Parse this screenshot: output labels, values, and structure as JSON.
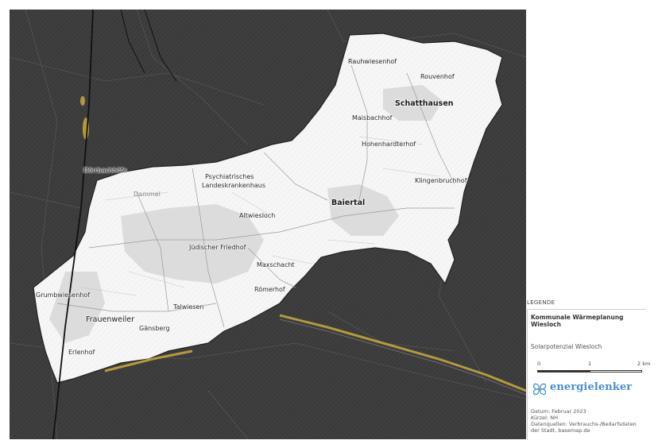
{
  "map": {
    "places": [
      {
        "id": "rauhwiesenhof",
        "label": "Rauhwiesenhof"
      },
      {
        "id": "rouvenhof",
        "label": "Rouvenhof"
      },
      {
        "id": "schatthausen",
        "label": "Schatthausen"
      },
      {
        "id": "maisbachhof",
        "label": "Maisbachhof"
      },
      {
        "id": "hohenhardterhof",
        "label": "Hohenhardterhof"
      },
      {
        "id": "klingenbruchhof",
        "label": "Klingenbruchhof"
      },
      {
        "id": "baiertal",
        "label": "Baiertal"
      },
      {
        "id": "doerrbachhoefe",
        "label": "Dörrbachhöfe"
      },
      {
        "id": "psychiatrisches",
        "label": "Psychiatrisches"
      },
      {
        "id": "landeskrankenhaus",
        "label": "Landeskrankenhaus"
      },
      {
        "id": "dammel",
        "label": "Dammel"
      },
      {
        "id": "altwiesloch",
        "label": "Altwiesloch"
      },
      {
        "id": "juedischer-friedhof",
        "label": "Jüdischer Friedhof"
      },
      {
        "id": "maxschacht",
        "label": "Maxschacht"
      },
      {
        "id": "roemerhof",
        "label": "Römerhof"
      },
      {
        "id": "grumbwiesenhof",
        "label": "Grumbwiesenhof"
      },
      {
        "id": "frauenweiler",
        "label": "Frauenweiler"
      },
      {
        "id": "talwiesen",
        "label": "Talwiesen"
      },
      {
        "id": "gaensberg",
        "label": "Gänsberg"
      },
      {
        "id": "erlenhof",
        "label": "Erlenhof"
      }
    ]
  },
  "legend": {
    "heading": "LEGENDE",
    "title_line1": "Kommunale Wärmeplanung",
    "title_line2": "Wiesloch",
    "subtitle": "Solarpotenzial Wiesloch",
    "scale_labels": [
      "0",
      "1",
      "2 km"
    ],
    "logo_text": "energielenker",
    "meta_lines": [
      "Datum: Februar 2023",
      "Kürzel: NH",
      "Datenquellen: Verbrauchs-/Bedarfsdaten",
      "der Stadt, basemap.de"
    ]
  },
  "colors": {
    "background_dark": "#3a3a3a",
    "area_fill": "#f4f4f4",
    "accent_yellow": "#b39a3a",
    "brand_blue": "#4a8fd0"
  }
}
